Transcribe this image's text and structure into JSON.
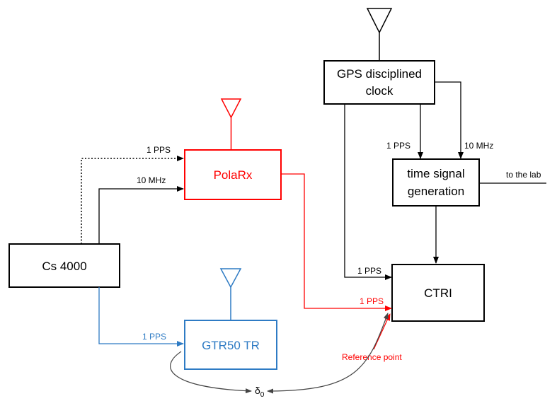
{
  "colors": {
    "black": "#000000",
    "red": "#ff0000",
    "blue": "#2e7bc4",
    "gray": "#444444"
  },
  "boxes": {
    "gps_clock_line1": "GPS disciplined",
    "gps_clock_line2": "clock",
    "time_signal_line1": "time signal",
    "time_signal_line2": "generation",
    "polarx": "PolaRx",
    "cs4000": "Cs 4000",
    "gtr50": "GTR50 TR",
    "ctri": "CTRI"
  },
  "labels": {
    "cs_pps_to_polarx": "1 PPS",
    "cs_10mhz_to_polarx": "10 MHz",
    "gps_pps": "1 PPS",
    "gps_10mhz": "10 MHz",
    "to_the_lab": "to the lab",
    "gps_pps_to_ctri": "1 PPS",
    "polarx_pps_to_ctri": "1 PPS",
    "cs_pps_to_gtr": "1 PPS",
    "reference_point": "Reference point",
    "delta": "δ",
    "delta_sub": "0"
  },
  "icons": {
    "gps_antenna": "antenna-icon",
    "polarx_antenna": "antenna-icon",
    "gtr_antenna": "antenna-icon"
  }
}
